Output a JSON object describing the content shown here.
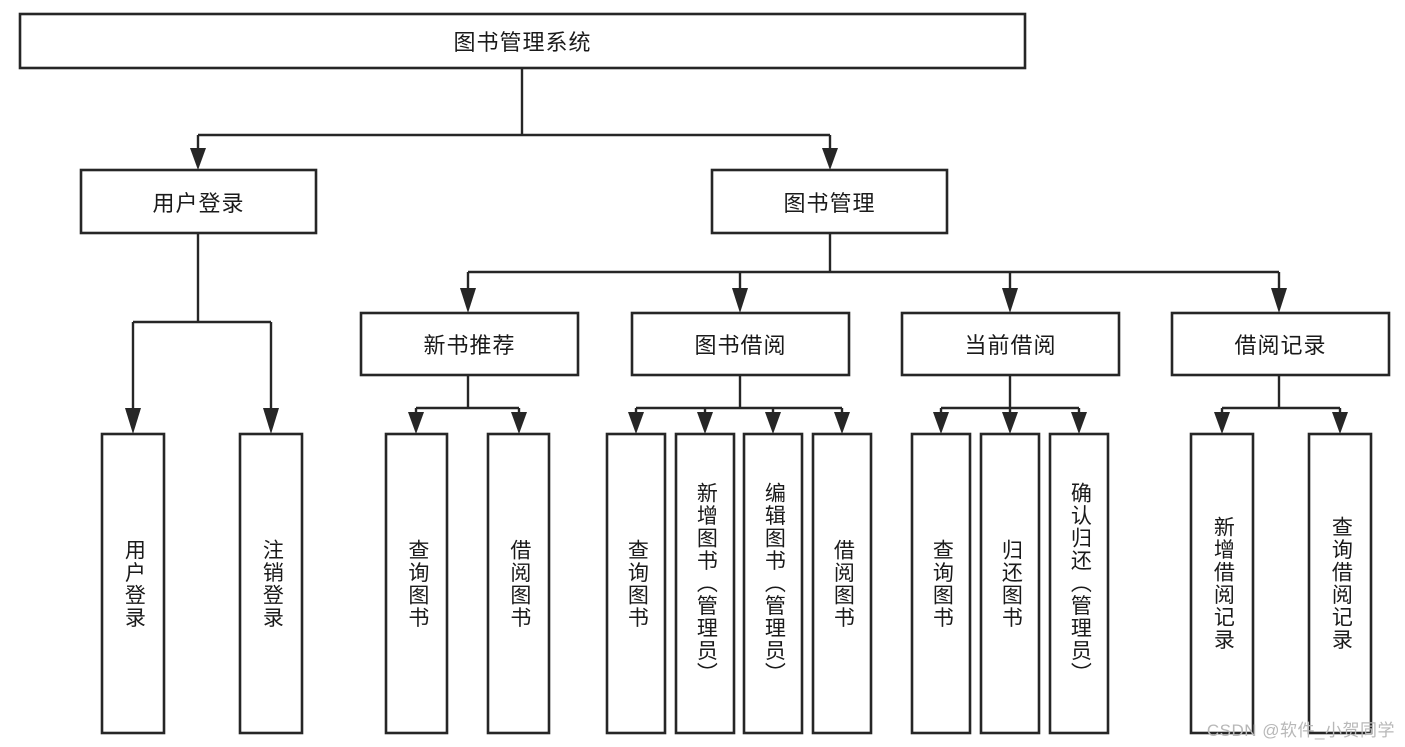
{
  "diagram": {
    "title": "图书管理系统",
    "type": "tree-hierarchy-chart",
    "root": {
      "id": "root",
      "label": "图书管理系统"
    },
    "level2": [
      {
        "id": "user-login",
        "label": "用户登录"
      },
      {
        "id": "book-manage",
        "label": "图书管理"
      }
    ],
    "level3": [
      {
        "id": "new-book-recommend",
        "label": "新书推荐"
      },
      {
        "id": "book-borrow",
        "label": "图书借阅"
      },
      {
        "id": "current-borrow",
        "label": "当前借阅"
      },
      {
        "id": "borrow-record",
        "label": "借阅记录"
      }
    ],
    "leaves": {
      "user_login": [
        {
          "id": "leaf-user-login",
          "label": "用户登录"
        },
        {
          "id": "leaf-logout-login",
          "label": "注销登录"
        }
      ],
      "new_book_recommend": [
        {
          "id": "leaf-query-book-1",
          "label": "查询图书"
        },
        {
          "id": "leaf-borrow-book-1",
          "label": "借阅图书"
        }
      ],
      "book_borrow": [
        {
          "id": "leaf-query-book-2",
          "label": "查询图书"
        },
        {
          "id": "leaf-add-book",
          "label": "新增图书（管理员）"
        },
        {
          "id": "leaf-edit-book",
          "label": "编辑图书（管理员）"
        },
        {
          "id": "leaf-borrow-book-2",
          "label": "借阅图书"
        }
      ],
      "current_borrow": [
        {
          "id": "leaf-query-book-3",
          "label": "查询图书"
        },
        {
          "id": "leaf-return-book",
          "label": "归还图书"
        },
        {
          "id": "leaf-confirm-return",
          "label": "确认归还（管理员）"
        }
      ],
      "borrow_record": [
        {
          "id": "leaf-add-record",
          "label": "新增借阅记录"
        },
        {
          "id": "leaf-query-record",
          "label": "查询借阅记录"
        }
      ]
    }
  },
  "watermark": {
    "text": "CSDN @软件_小贺同学"
  },
  "colors": {
    "stroke": "#262626",
    "fill": "#ffffff",
    "text": "#1a1a1a",
    "watermark": "#b8b8b8",
    "background": "#ffffff"
  }
}
